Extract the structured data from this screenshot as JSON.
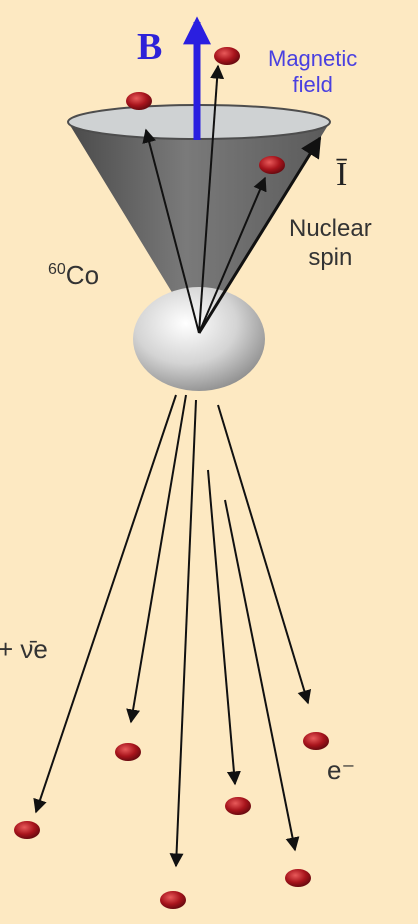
{
  "labels": {
    "field_symbol": "B",
    "field_name": [
      "Magnetic",
      "field"
    ],
    "spin_symbol": "Ī",
    "spin_name": [
      "Nuclear",
      "spin"
    ],
    "nucleus_mass_number": "60",
    "nucleus_element": "Co",
    "antineutrino": "+ ν̄e",
    "electron": "e⁻"
  },
  "colors": {
    "background": "#fde9c2",
    "field_arrow": "#2a1fe0",
    "field_text": "#4a40e0",
    "cone": "#6b6b6b",
    "particle": "#a8141c",
    "arrows": "#111111"
  }
}
